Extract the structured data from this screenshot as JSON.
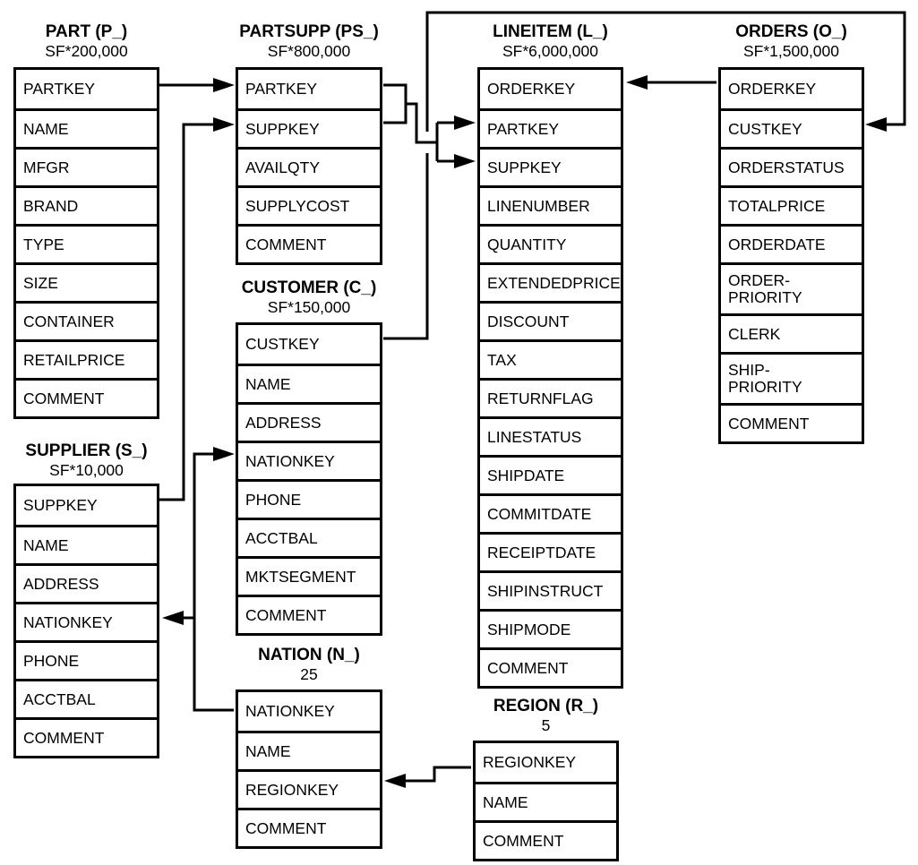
{
  "colors": {
    "line": "#000000",
    "background": "#ffffff",
    "table_bg": "#ffffff",
    "text": "#000000"
  },
  "tables": {
    "part": {
      "title": "PART (P_)",
      "cardinality": "SF*200,000",
      "rows": [
        "PARTKEY",
        "NAME",
        "MFGR",
        "BRAND",
        "TYPE",
        "SIZE",
        "CONTAINER",
        "RETAILPRICE",
        "COMMENT"
      ]
    },
    "partsupp": {
      "title": "PARTSUPP (PS_)",
      "cardinality": "SF*800,000",
      "rows": [
        "PARTKEY",
        "SUPPKEY",
        "AVAILQTY",
        "SUPPLYCOST",
        "COMMENT"
      ]
    },
    "lineitem": {
      "title": "LINEITEM (L_)",
      "cardinality": "SF*6,000,000",
      "rows": [
        "ORDERKEY",
        "PARTKEY",
        "SUPPKEY",
        "LINENUMBER",
        "QUANTITY",
        "EXTENDEDPRICE",
        "DISCOUNT",
        "TAX",
        "RETURNFLAG",
        "LINESTATUS",
        "SHIPDATE",
        "COMMITDATE",
        "RECEIPTDATE",
        "SHIPINSTRUCT",
        "SHIPMODE",
        "COMMENT"
      ]
    },
    "orders": {
      "title": "ORDERS (O_)",
      "cardinality": "SF*1,500,000",
      "rows": [
        "ORDERKEY",
        "CUSTKEY",
        "ORDERSTATUS",
        "TOTALPRICE",
        "ORDERDATE",
        "ORDER-\nPRIORITY",
        "CLERK",
        "SHIP-\nPRIORITY",
        "COMMENT"
      ]
    },
    "customer": {
      "title": "CUSTOMER (C_)",
      "cardinality": "SF*150,000",
      "rows": [
        "CUSTKEY",
        "NAME",
        "ADDRESS",
        "NATIONKEY",
        "PHONE",
        "ACCTBAL",
        "MKTSEGMENT",
        "COMMENT"
      ]
    },
    "supplier": {
      "title": "SUPPLIER (S_)",
      "cardinality": "SF*10,000",
      "rows": [
        "SUPPKEY",
        "NAME",
        "ADDRESS",
        "NATIONKEY",
        "PHONE",
        "ACCTBAL",
        "COMMENT"
      ]
    },
    "nation": {
      "title": "NATION (N_)",
      "cardinality": "25",
      "rows": [
        "NATIONKEY",
        "NAME",
        "REGIONKEY",
        "COMMENT"
      ]
    },
    "region": {
      "title": "REGION (R_)",
      "cardinality": "5",
      "rows": [
        "REGIONKEY",
        "NAME",
        "COMMENT"
      ]
    }
  },
  "relationships": [
    {
      "from": "PART.PARTKEY",
      "to": "PARTSUPP.PARTKEY"
    },
    {
      "from": "SUPPLIER.SUPPKEY",
      "to": "PARTSUPP.SUPPKEY"
    },
    {
      "from": "PARTSUPP.PARTKEY",
      "to": "LINEITEM.PARTKEY"
    },
    {
      "from": "PARTSUPP.SUPPKEY",
      "to": "LINEITEM.SUPPKEY"
    },
    {
      "from": "ORDERS.ORDERKEY",
      "to": "LINEITEM.ORDERKEY"
    },
    {
      "from": "CUSTOMER.CUSTKEY",
      "to": "ORDERS.CUSTKEY"
    },
    {
      "from": "NATION.NATIONKEY",
      "to": "SUPPLIER.NATIONKEY"
    },
    {
      "from": "NATION.NATIONKEY",
      "to": "CUSTOMER.NATIONKEY"
    },
    {
      "from": "REGION.REGIONKEY",
      "to": "NATION.REGIONKEY"
    }
  ]
}
